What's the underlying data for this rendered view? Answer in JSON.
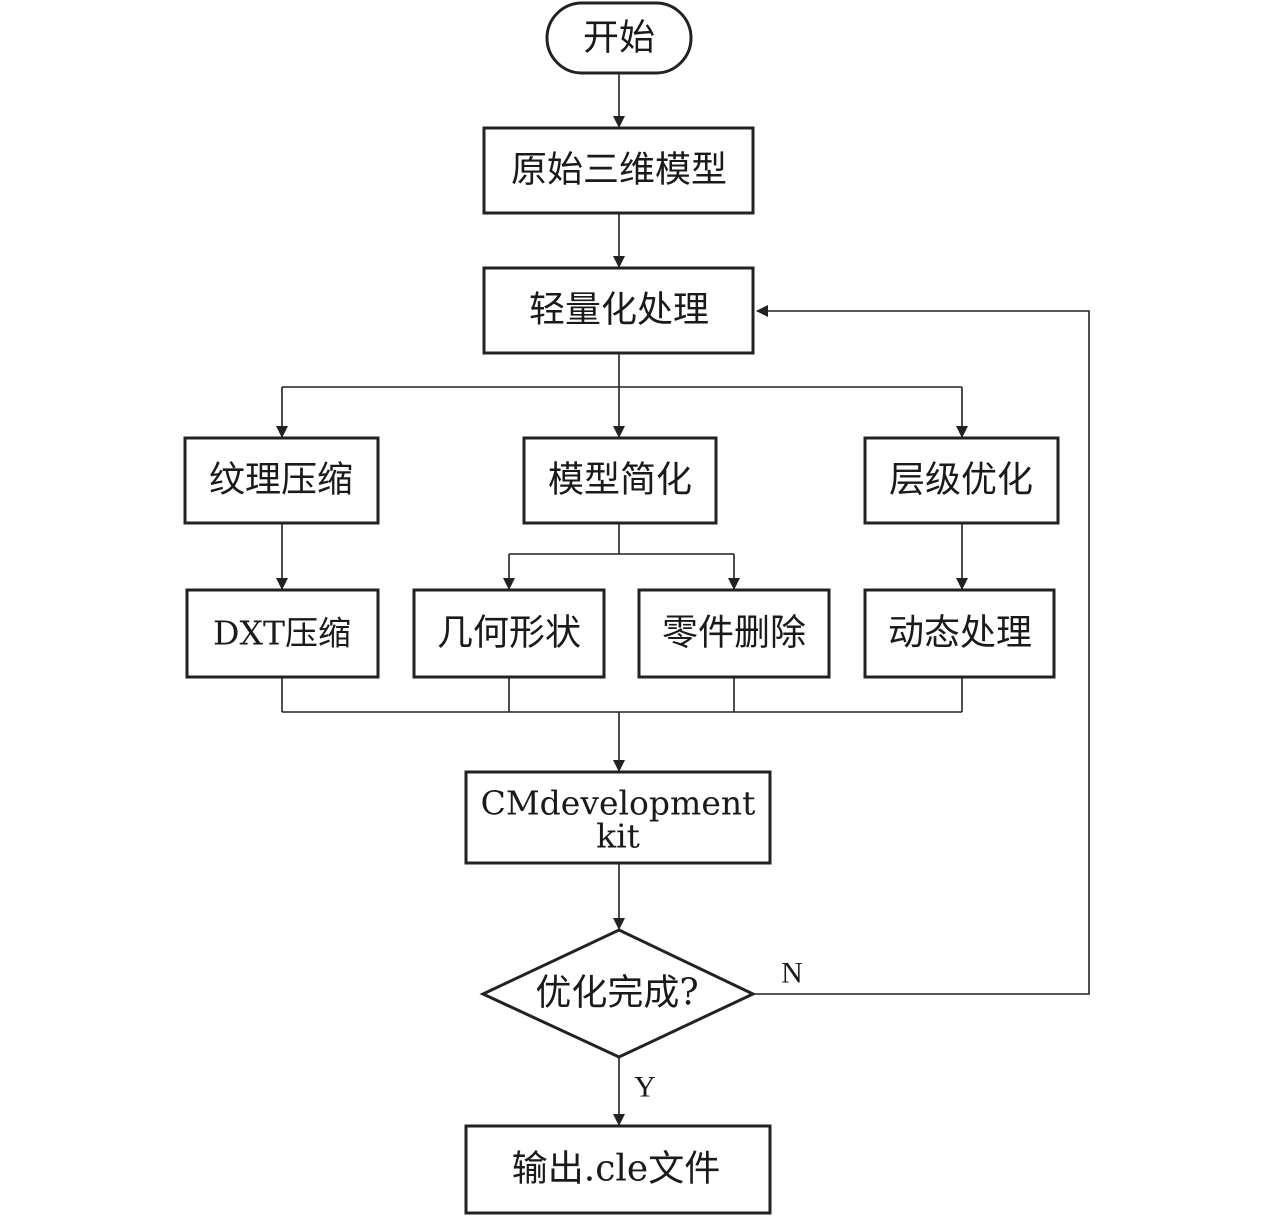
{
  "nodes": {
    "start": "开始",
    "original_model": "原始三维模型",
    "lightweight": "轻量化处理",
    "texture_compress": "纹理压缩",
    "model_simplify": "模型简化",
    "level_optimize": "层级优化",
    "dxt_compress": "DXT压缩",
    "geometry_shape": "几何形状",
    "part_delete": "零件删除",
    "dynamic_process": "动态处理",
    "cmdev_line1": "CMdevelopment",
    "cmdev_line2": "kit",
    "decision": "优化完成?",
    "output": "输出.cle文件"
  },
  "edges": {
    "no_label": "N",
    "yes_label": "Y"
  }
}
